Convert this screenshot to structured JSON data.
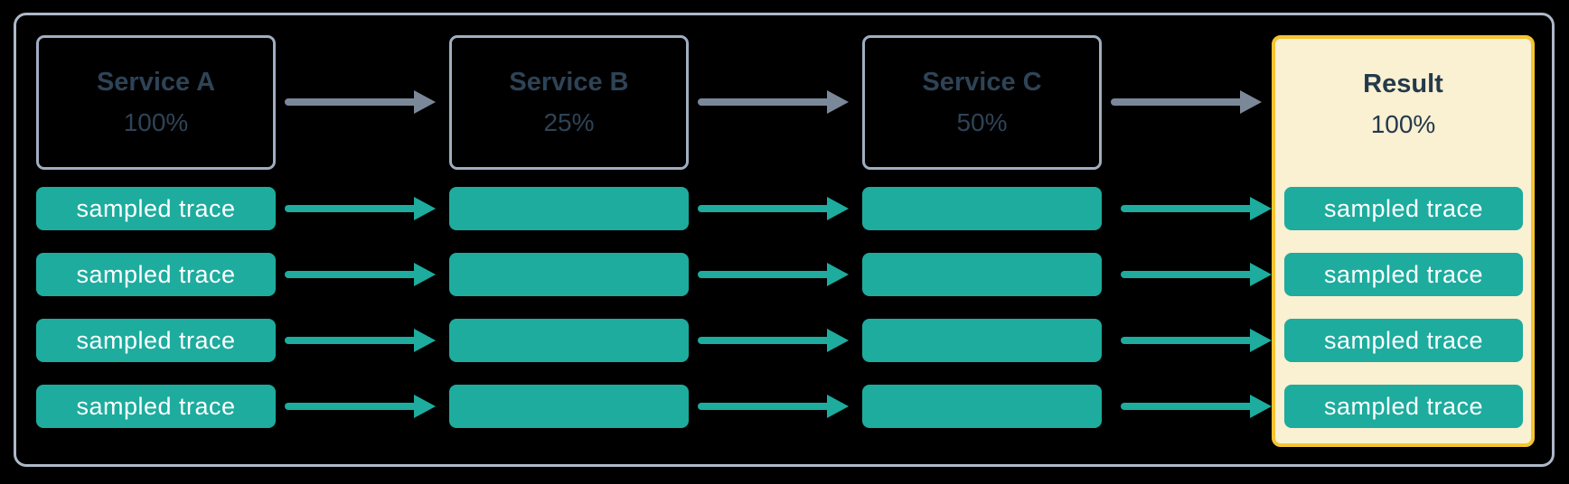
{
  "diagram": {
    "description": "head-based sampling pipeline",
    "services": [
      {
        "name": "Service A",
        "rate": "100%"
      },
      {
        "name": "Service B",
        "rate": "25%"
      },
      {
        "name": "Service C",
        "rate": "50%"
      }
    ],
    "result": {
      "name": "Result",
      "rate": "100%"
    },
    "trace_label": "sampled trace",
    "trace_rows": 4,
    "colors": {
      "background": "#000000",
      "frame_border": "#aeb9c8",
      "service_border": "#9faec1",
      "service_text": "#2e4356",
      "trace_fill": "#1dac9e",
      "trace_text": "#ffffff",
      "flow_arrow": "#7b8899",
      "trace_arrow": "#1dac9e",
      "result_background": "#faf0d2",
      "result_border": "#f4c432",
      "result_text": "#243a4b"
    }
  }
}
